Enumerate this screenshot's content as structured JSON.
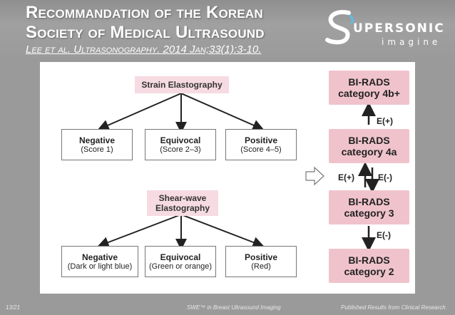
{
  "header": {
    "title_line1": "Recommandation of the Korean",
    "title_line2": "Society of Medical Ultrasound",
    "subtitle": "Lee et al. Ultrasonography. 2014 Jan;33(1):3-10."
  },
  "logo": {
    "text": "UPERSONIC",
    "sub": "imagine",
    "icon": "supersonic-s-logo"
  },
  "strain": {
    "title": "Strain Elastography",
    "results": [
      {
        "main": "Negative",
        "sub": "(Score 1)"
      },
      {
        "main": "Equivocal",
        "sub": "(Score 2–3)"
      },
      {
        "main": "Positive",
        "sub": "(Score 4–5)"
      }
    ]
  },
  "shear": {
    "title_line1": "Shear-wave",
    "title_line2": "Elastography",
    "results": [
      {
        "main": "Negative",
        "sub": "(Dark or light blue)"
      },
      {
        "main": "Equivocal",
        "sub": "(Green or orange)"
      },
      {
        "main": "Positive",
        "sub": "(Red)"
      }
    ]
  },
  "birads": [
    {
      "line1": "BI-RADS",
      "line2": "category 4b+"
    },
    {
      "line1": "BI-RADS",
      "line2": "category 4a"
    },
    {
      "line1": "BI-RADS",
      "line2": "category 3"
    },
    {
      "line1": "BI-RADS",
      "line2": "category 2"
    }
  ],
  "arrow_labels": {
    "e_pos_top": "E(+)",
    "e_pos_mid": "E(+)",
    "e_neg_mid": "E(-)",
    "e_neg_bottom": "E(-)"
  },
  "footer": {
    "page": "13/21",
    "center": "SWE™ in Breast Ultrasound Imaging",
    "right": "Published Results from Clinical Research"
  },
  "colors": {
    "pink_box": "#f0c3cc",
    "pink_label": "#f6dbe2",
    "background": "#9a9a9a"
  }
}
